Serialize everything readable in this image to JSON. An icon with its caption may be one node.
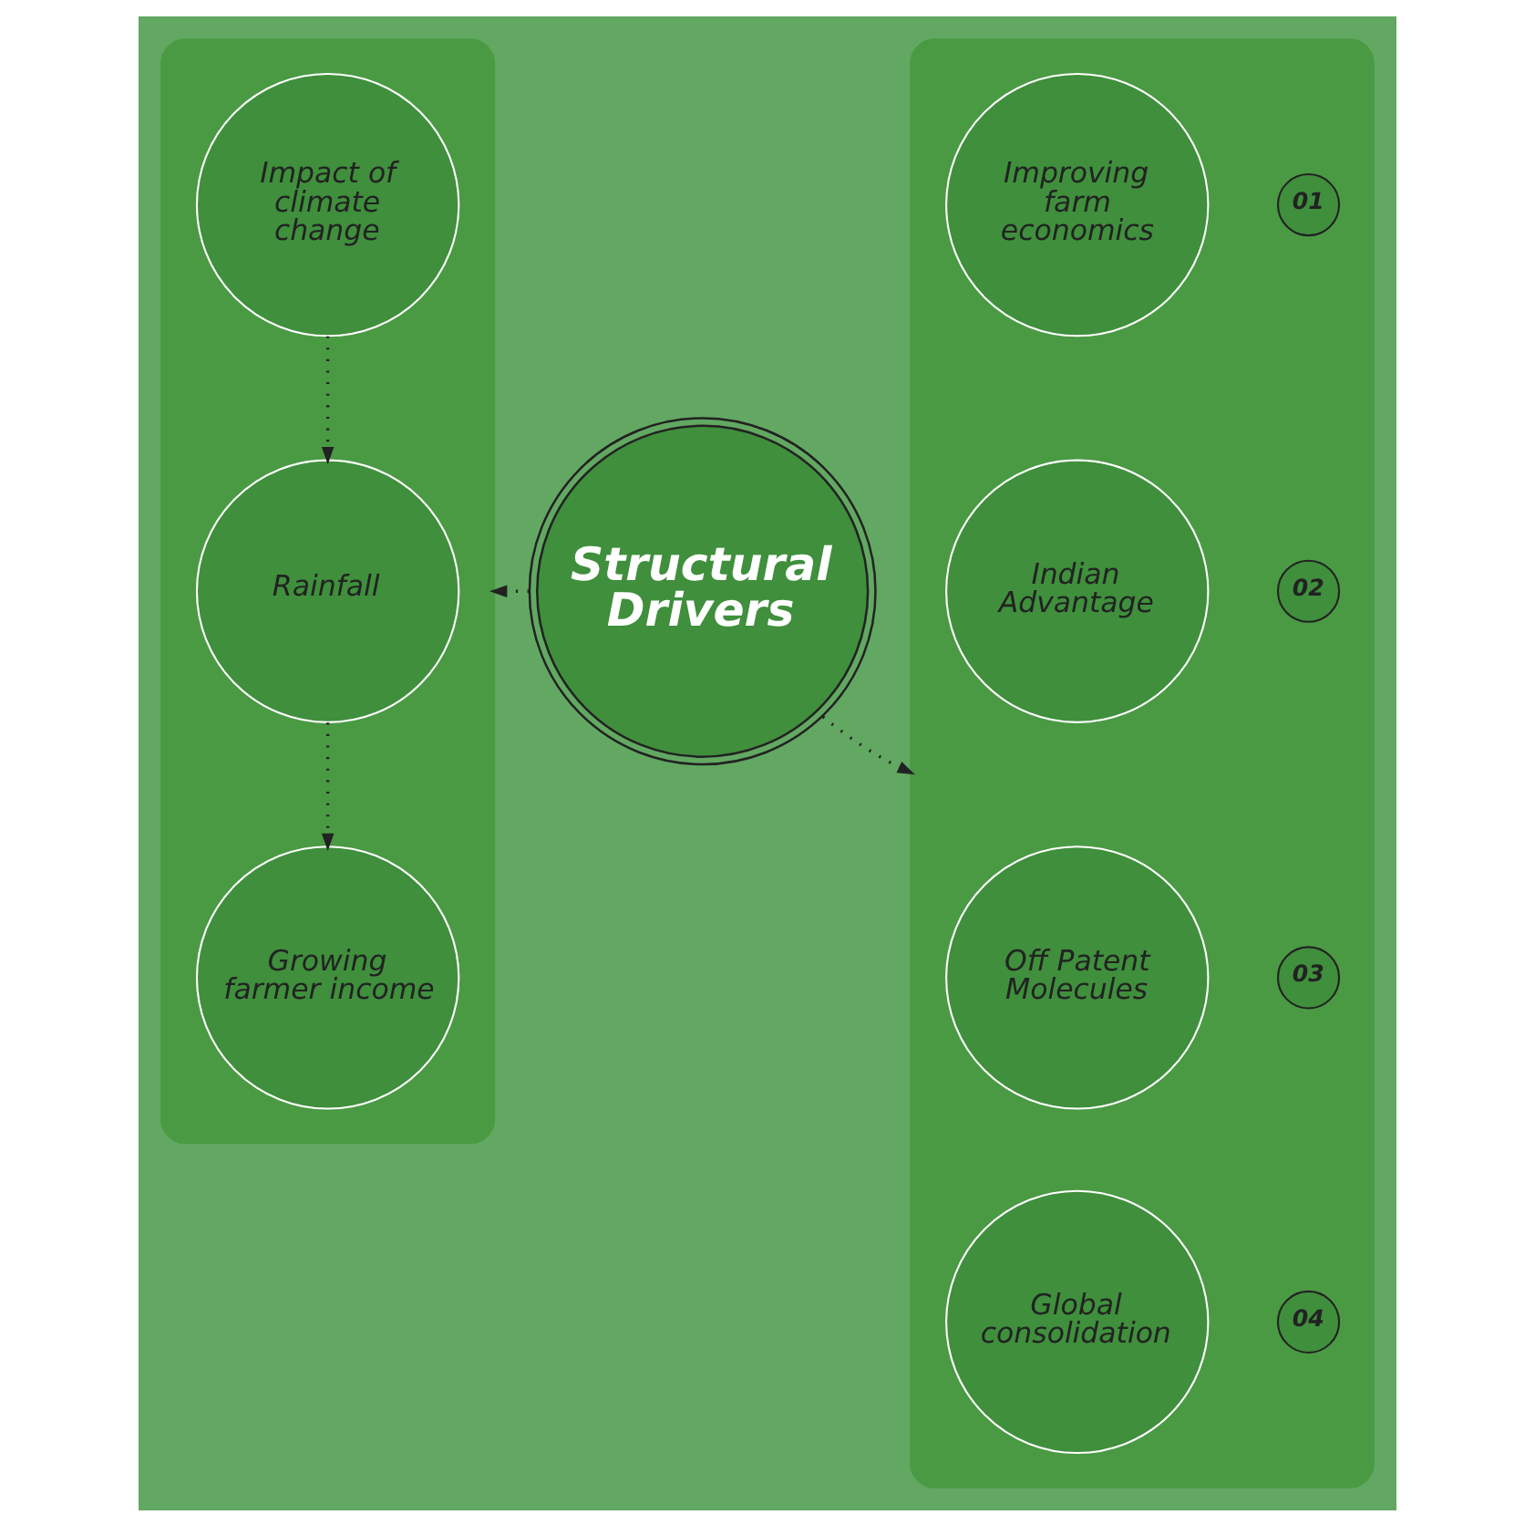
{
  "diagram": {
    "nodes": [
      {
        "text": [],
        "shape": "box"
      },
      {
        "text": [
          "Impact of climate change"
        ],
        "in": 0
      },
      {
        "text": [
          "Rainfall"
        ],
        "in": 0
      },
      {
        "text": [
          "Growing farmer income"
        ],
        "in": 0
      },
      {
        "text": [
          "Structural Drivers"
        ]
      },
      {
        "text": [],
        "shape": "box"
      },
      {
        "text": [
          "01"
        ],
        "in": 5
      },
      {
        "text": [
          "Improving farm economics"
        ],
        "in": 5
      },
      {
        "text": [
          "02"
        ],
        "in": 5
      },
      {
        "text": [
          "Indian Advantage"
        ],
        "in": 5
      },
      {
        "text": [
          "03"
        ],
        "in": 5
      },
      {
        "text": [
          "Off Patent Molecules"
        ],
        "in": 5
      },
      {
        "text": [
          "04"
        ],
        "in": 5
      },
      {
        "text": [
          "Global consolidation"
        ],
        "in": 5
      }
    ],
    "edges": [
      {
        "from": 1,
        "to": 2,
        "arrow": "to",
        "style": "dashed"
      },
      {
        "from": 2,
        "to": 3,
        "arrow": "to",
        "style": "dashed"
      },
      {
        "from": 4,
        "to": 0,
        "arrow": "to",
        "style": "dashed"
      },
      {
        "from": 4,
        "to": 5,
        "arrow": "to",
        "style": "dashed"
      }
    ]
  }
}
